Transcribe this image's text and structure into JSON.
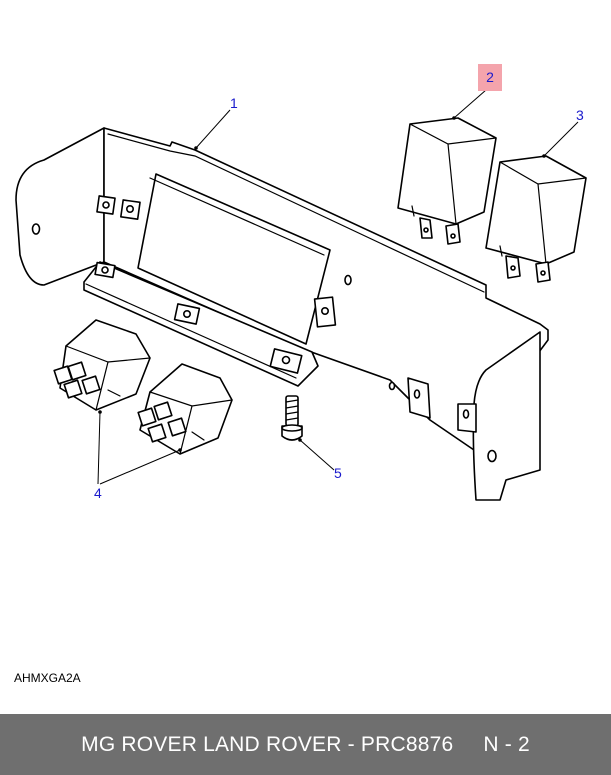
{
  "diagram": {
    "drawing_code": "AHMXGA2A",
    "callouts": [
      {
        "id": "1",
        "label": "1",
        "highlighted": false
      },
      {
        "id": "2",
        "label": "2",
        "highlighted": true
      },
      {
        "id": "3",
        "label": "3",
        "highlighted": false
      },
      {
        "id": "4",
        "label": "4",
        "highlighted": false
      },
      {
        "id": "5",
        "label": "5",
        "highlighted": false
      }
    ],
    "highlight_color": "#f4a4ac",
    "callout_color": "#1a1acc"
  },
  "footer": {
    "caption": "MG ROVER LAND ROVER - PRC8876",
    "page": "N - 2",
    "background": "#6f6f6f"
  }
}
